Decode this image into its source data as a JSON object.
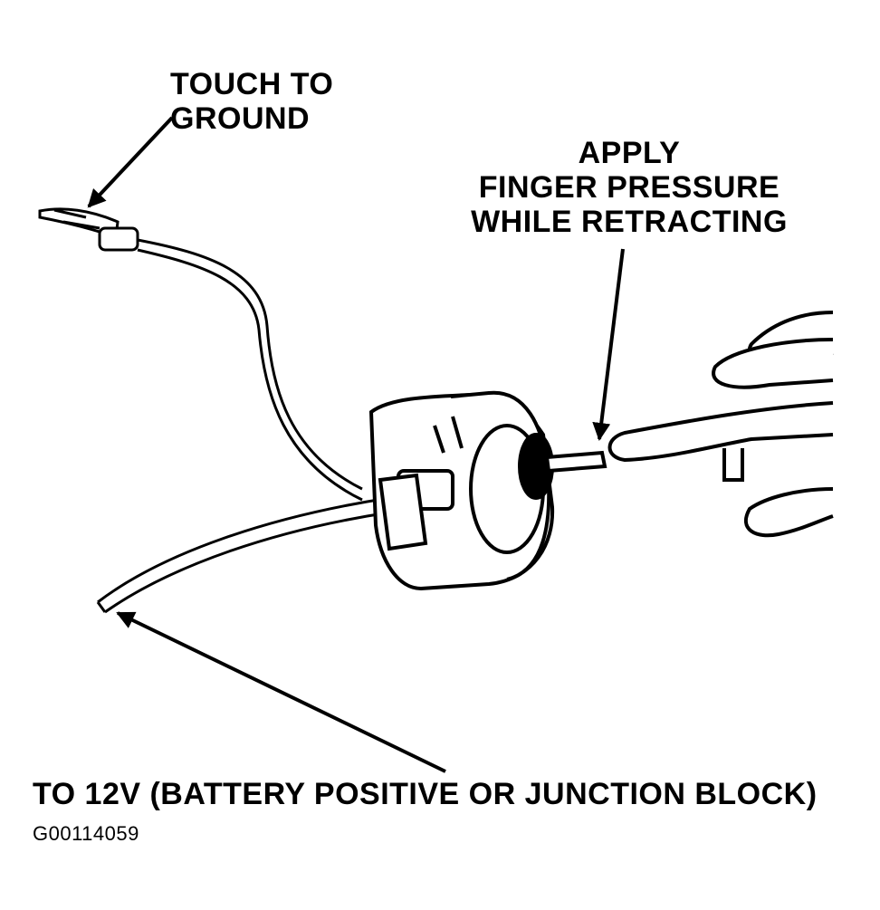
{
  "labels": {
    "touch_to_ground": [
      "TOUCH TO",
      "GROUND"
    ],
    "finger_pressure": [
      "APPLY",
      "FINGER PRESSURE",
      "WHILE RETRACTING"
    ],
    "battery": "TO 12V (BATTERY POSITIVE OR JUNCTION BLOCK)"
  },
  "figure_id": "G00114059",
  "colors": {
    "ink": "#000000",
    "paper": "#ffffff"
  }
}
